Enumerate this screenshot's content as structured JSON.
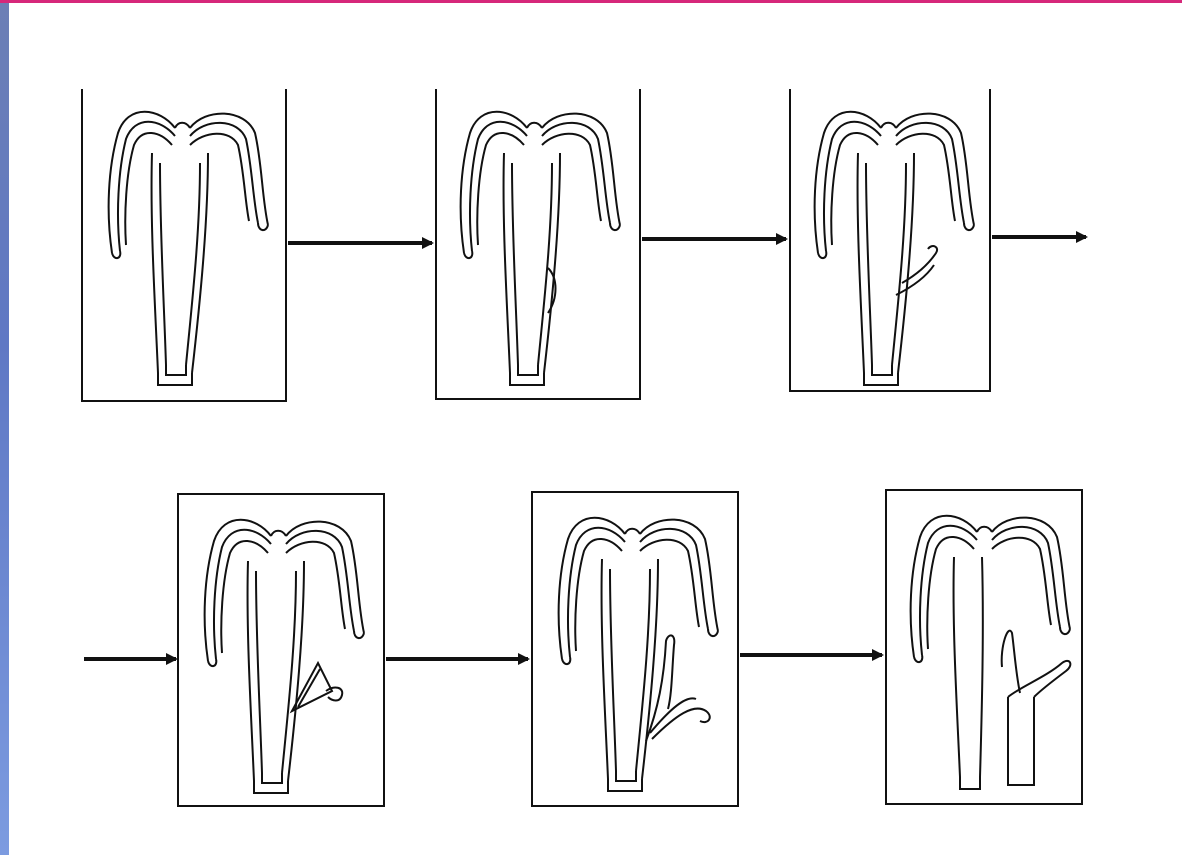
{
  "diagram": {
    "panels": [
      {
        "stage": 1
      },
      {
        "stage": 2
      },
      {
        "stage": 3
      },
      {
        "stage": 4
      },
      {
        "stage": 5
      },
      {
        "stage": 6
      }
    ],
    "arrow_count": 6
  },
  "colors": {
    "frame_accent": "#d6287a",
    "left_bar": "#6c7fb5",
    "line": "#111111"
  }
}
